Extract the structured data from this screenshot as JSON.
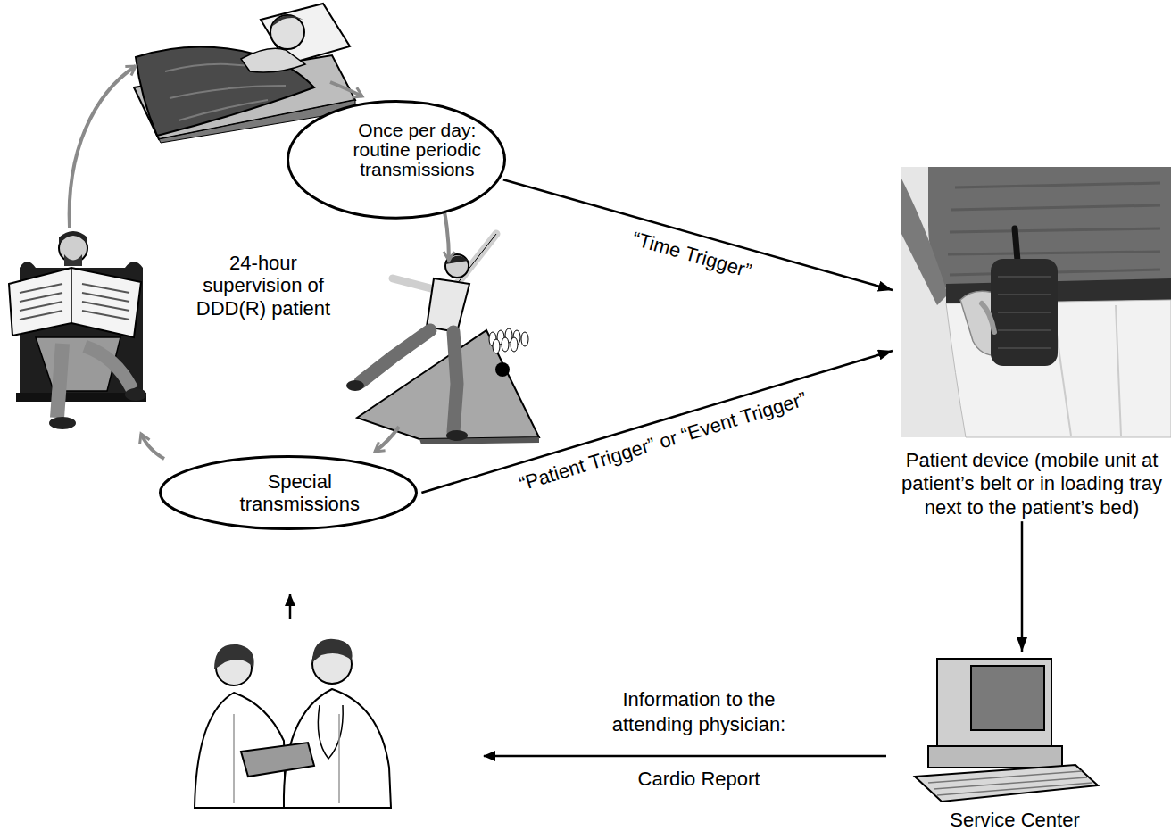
{
  "diagram": {
    "nodes": [
      {
        "text": [
          "Once per day: routine periodic transmissions"
        ]
      },
      {
        "text": [
          "Special transmissions"
        ]
      },
      {
        "text": [
          "Patient device (mobile unit at patient’s belt or in loading tray next to the patient’s bed)"
        ]
      },
      {
        "text": [
          "Service Center"
        ]
      }
    ],
    "edges": [
      {
        "from": 0,
        "to": 2,
        "label": "“Time Trigger”",
        "arrow": "to"
      },
      {
        "from": 1,
        "to": 2,
        "label": "“Patient Trigger” or “Event Trigger”",
        "arrow": "to"
      },
      {
        "from": 2,
        "to": 3,
        "arrow": "to"
      }
    ],
    "labels": [
      "24-hour supervision of DDD(R) patient",
      "Information to the attending physician:",
      "Cardio Report"
    ]
  }
}
